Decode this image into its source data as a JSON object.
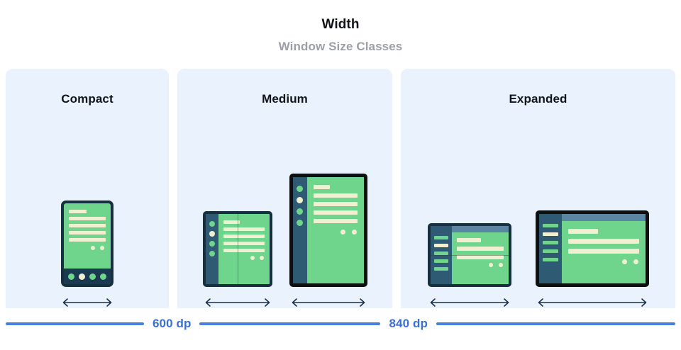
{
  "header": {
    "title": "Width",
    "subtitle": "Window Size Classes"
  },
  "panels": [
    {
      "name": "compact",
      "title": "Compact",
      "devices": [
        {
          "type": "phone-portrait",
          "arrow_label": "width-arrow"
        }
      ]
    },
    {
      "name": "medium",
      "title": "Medium",
      "devices": [
        {
          "type": "foldable-portrait",
          "arrow_label": "width-arrow"
        },
        {
          "type": "tablet-portrait",
          "arrow_label": "width-arrow"
        }
      ]
    },
    {
      "name": "expanded",
      "title": "Expanded",
      "devices": [
        {
          "type": "foldable-landscape",
          "arrow_label": "width-arrow"
        },
        {
          "type": "tablet-landscape",
          "arrow_label": "width-arrow"
        }
      ]
    }
  ],
  "ruler": {
    "breakpoints": [
      {
        "label": "600 dp"
      },
      {
        "label": "840 dp"
      }
    ]
  },
  "colors": {
    "panel_background": "#eaf2fd",
    "page_background": "#ffffff",
    "title_text": "#111418",
    "subtitle_text": "#9aa0a6",
    "ruler_blue": "#3c6fd6",
    "ruler_line": "#4a7fe0",
    "device_frame_navy": "#17303f",
    "device_frame_black": "#0d0f11",
    "screen_green": "#6fd58c",
    "content_cream": "#f0efd2",
    "rail_blue": "#2e5b73",
    "topstrip_blue": "#5a86a3",
    "arrow_navy": "#16304a"
  }
}
